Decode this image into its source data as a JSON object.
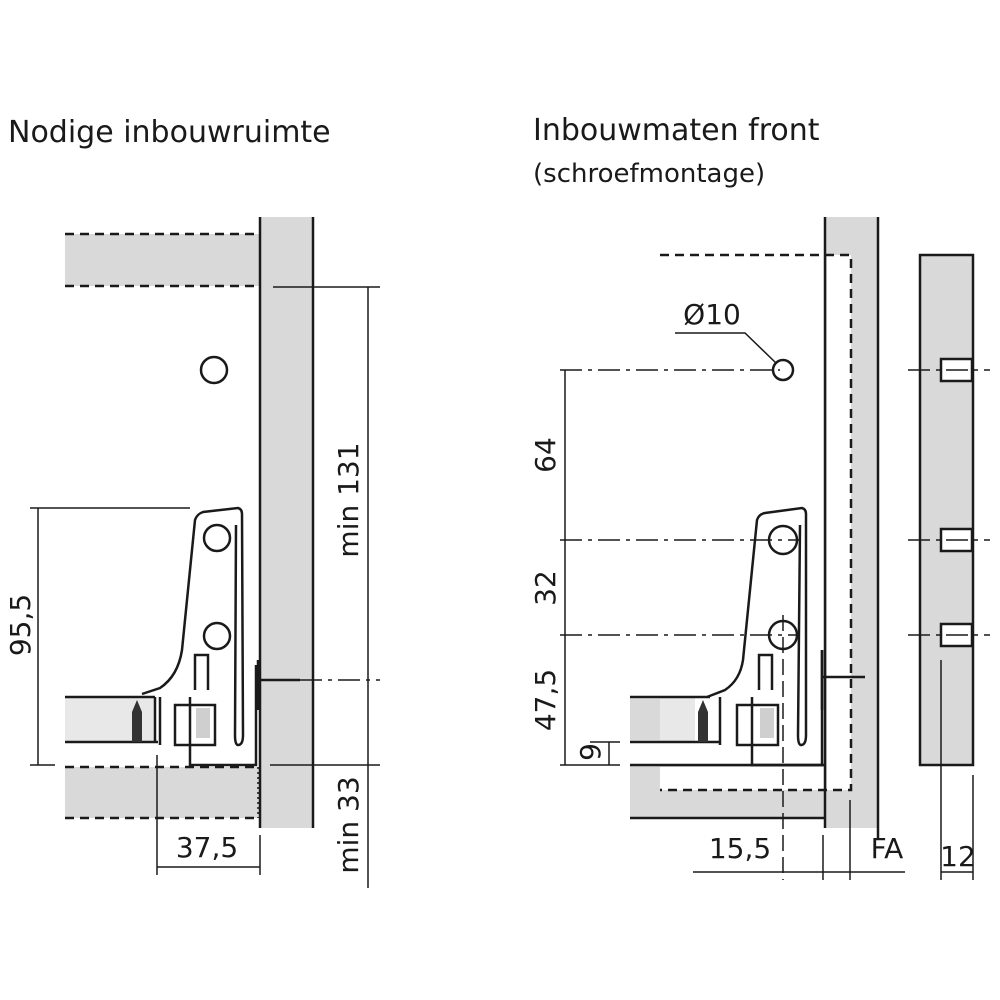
{
  "left": {
    "title": "Nodige inbouwruimte",
    "dims": {
      "height": "95,5",
      "depth": "37,5",
      "min_top": "min 131",
      "min_bottom": "min 33"
    }
  },
  "right": {
    "title": "Inbouwmaten front",
    "subtitle": "(schroefmontage)",
    "dims": {
      "hole": "Ø10",
      "d64": "64",
      "d32": "32",
      "d47": "47,5",
      "d9": "9",
      "d15": "15,5",
      "fa": "FA",
      "d12": "12"
    }
  },
  "colors": {
    "panel": "#d9d9d9",
    "line": "#1a1a1a"
  }
}
